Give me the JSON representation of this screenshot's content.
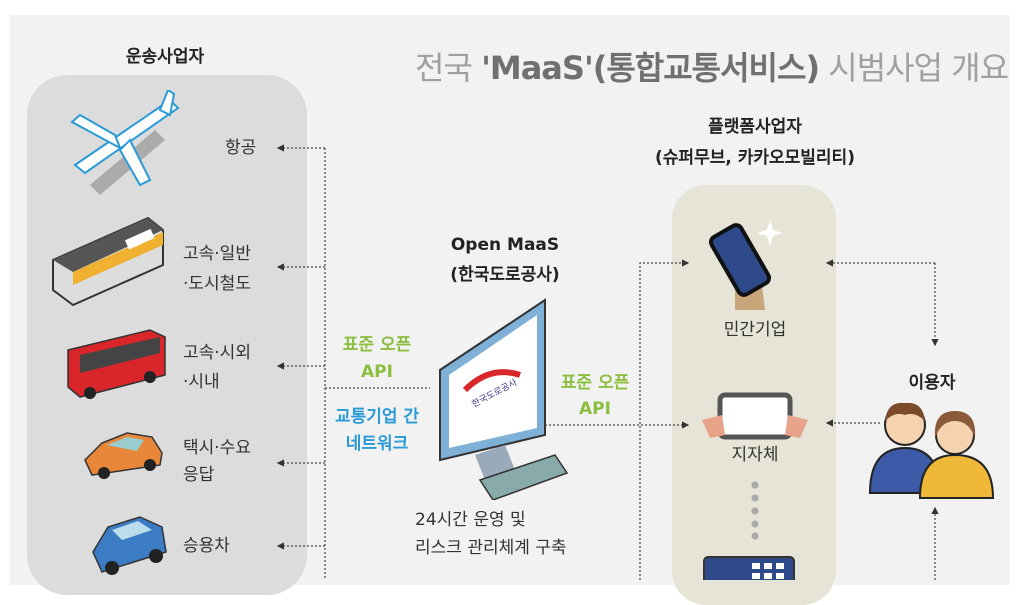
{
  "title": {
    "prefix": "전국 ",
    "bold": "'MaaS'(통합교통서비스)",
    "suffix": " 시범사업 개요"
  },
  "transport": {
    "heading": "운송사업자",
    "items": [
      {
        "icon": "airplane-icon",
        "lines": [
          "항공"
        ]
      },
      {
        "icon": "train-icon",
        "lines": [
          "고속·일반",
          "·도시철도"
        ]
      },
      {
        "icon": "bus-icon",
        "lines": [
          "고속·시외",
          "·시내"
        ]
      },
      {
        "icon": "taxi-icon",
        "lines": [
          "택시·수요",
          "응답"
        ]
      },
      {
        "icon": "car-icon",
        "lines": [
          "승용차"
        ]
      }
    ]
  },
  "left_link": {
    "api": [
      "표준 오픈",
      "API"
    ],
    "network": [
      "교통기업 간",
      "네트워크"
    ]
  },
  "center": {
    "title": "Open MaaS",
    "subtitle": "(한국도로공사)",
    "logo_text": "한국도로공사",
    "notes": [
      "24시간 운영 및",
      "리스크 관리체계 구축"
    ]
  },
  "right_link": {
    "api": [
      "표준 오픈",
      "API"
    ]
  },
  "platform": {
    "heading": "플랫폼사업자",
    "subheading": "(슈퍼무브, 카카오모빌리티)",
    "items": [
      {
        "icon": "smartphone-icon",
        "label": "민간기업"
      },
      {
        "icon": "tablet-icon",
        "label": "지자체"
      }
    ]
  },
  "user": {
    "label": "이용자"
  },
  "colors": {
    "green": "#8cbf3f",
    "blue": "#2a9bd7",
    "panel": "#dcdcdc",
    "platform_panel": "#e6e4d6"
  }
}
